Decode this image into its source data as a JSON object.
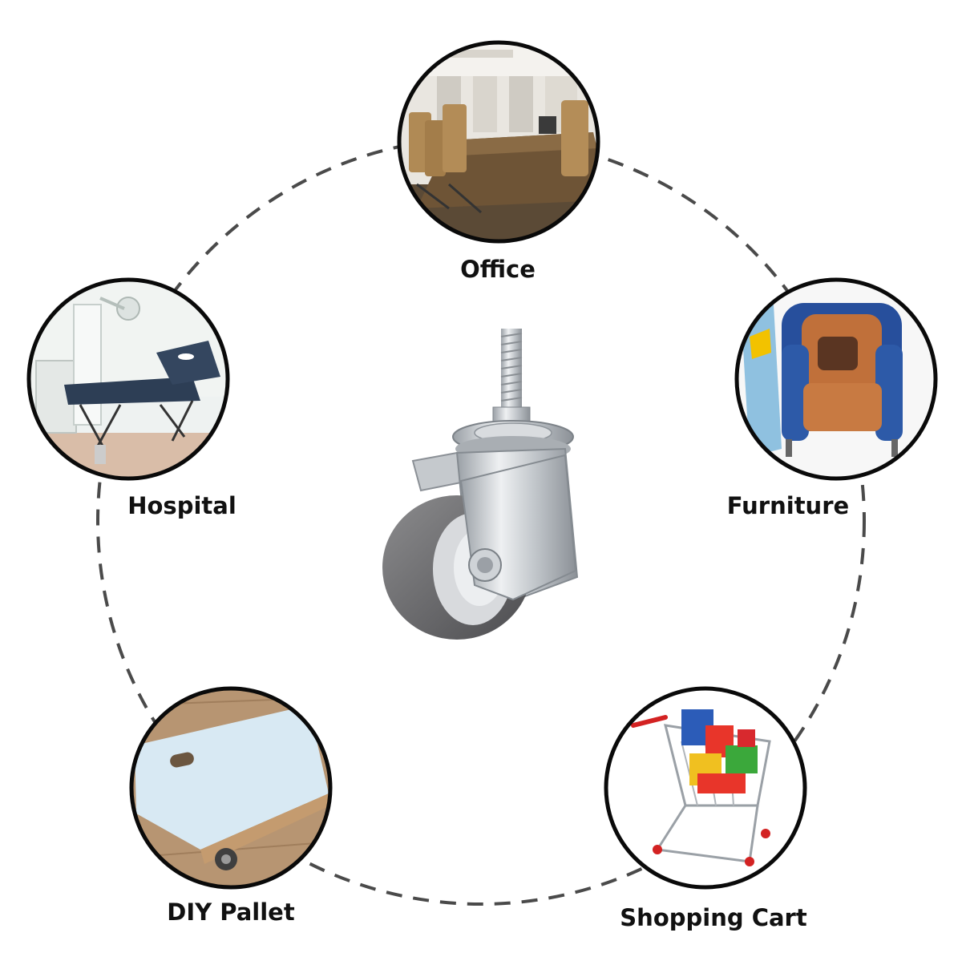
{
  "applications": [
    {
      "label": "Office",
      "scene": "office-conference-room"
    },
    {
      "label": "Furniture",
      "scene": "armchair"
    },
    {
      "label": "Hospital",
      "scene": "hospital-treatment-bed"
    },
    {
      "label": "DIY Pallet",
      "scene": "diy-wooden-pallet"
    },
    {
      "label": "Shopping Cart",
      "scene": "shopping-cart"
    }
  ],
  "colors": {
    "dash": "#4a4a4a",
    "circle_border": "#0a0a0a",
    "label": "#111111",
    "background": "#ffffff"
  }
}
